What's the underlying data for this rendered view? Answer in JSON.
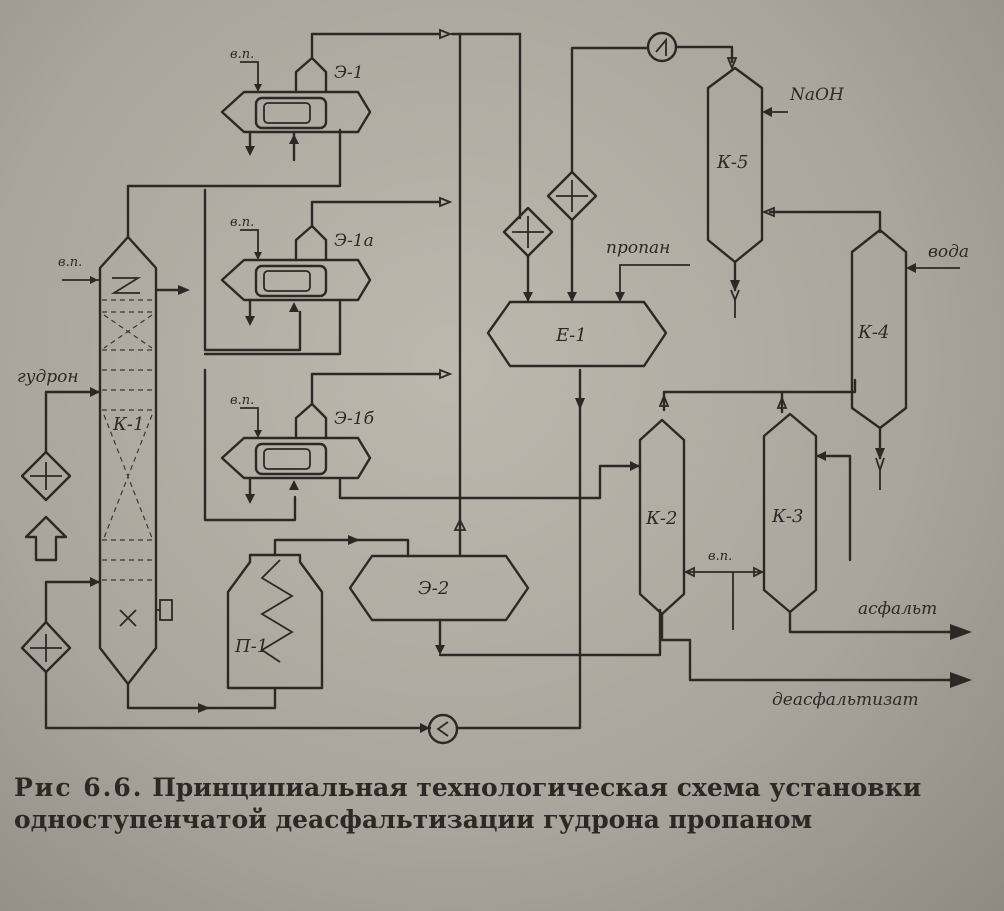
{
  "labels": {
    "e1": "Э-1",
    "e1a": "Э-1а",
    "e1b": "Э-1б",
    "e2": "Э-2",
    "k1": "К-1",
    "k2": "К-2",
    "k3": "К-3",
    "k4": "К-4",
    "k5": "К-5",
    "e_1": "Е-1",
    "p1": "П-1",
    "vp": "в.п.",
    "gudron": "гудрон",
    "propan": "пропан",
    "naoh": "NaOH",
    "voda": "вода",
    "asfalt": "асфальт",
    "deasfaltizat": "деасфальтизат"
  },
  "caption": {
    "figure_no": "Рис 6.6.",
    "text": "Принципиальная технологическая схема установки одноступенчатой деасфальтизации гудрона пропаном"
  }
}
